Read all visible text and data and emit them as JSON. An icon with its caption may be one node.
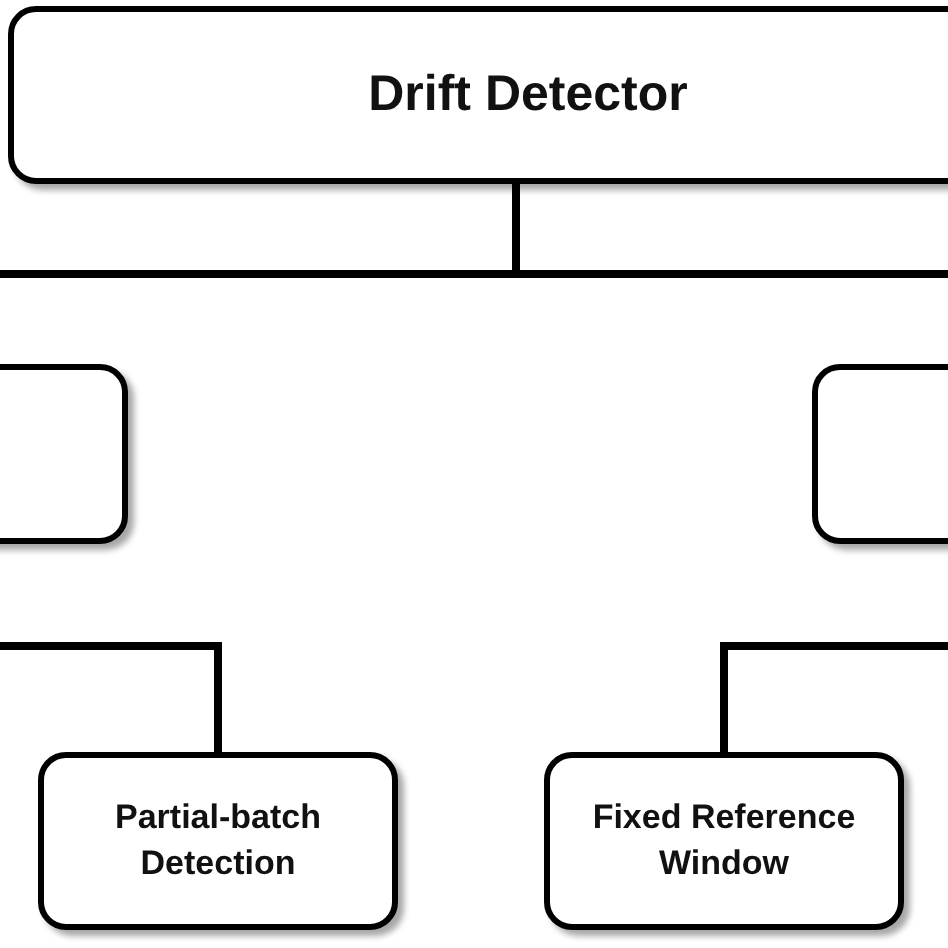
{
  "diagram": {
    "nodes": [
      {
        "text": [
          "Drift Detector"
        ]
      },
      {
        "text": [],
        "shape": "box"
      },
      {
        "text": [],
        "shape": "box"
      },
      {
        "text": [
          "Partial-batch Detection"
        ]
      },
      {
        "text": [
          "Fixed Reference Window"
        ]
      }
    ],
    "edges": [
      {
        "from": 0,
        "to": 1,
        "arrow": "none"
      },
      {
        "from": 0,
        "to": 2,
        "arrow": "none"
      },
      {
        "from": 1,
        "to": 3,
        "arrow": "none"
      },
      {
        "from": 2,
        "to": 4,
        "arrow": "none"
      }
    ]
  }
}
